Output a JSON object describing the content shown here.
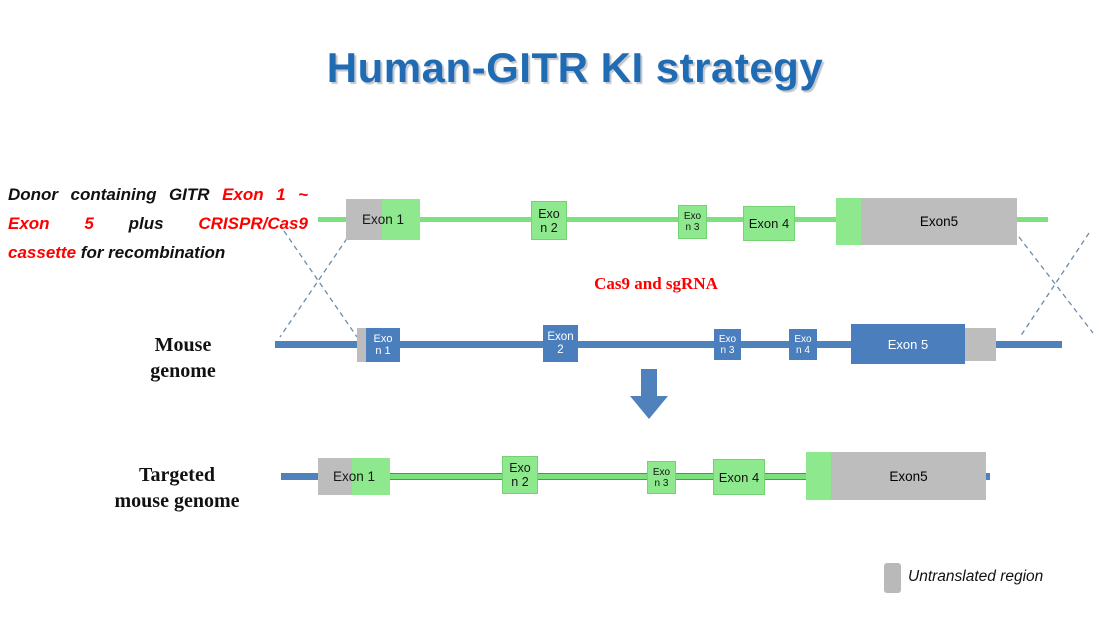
{
  "title": "Human-GITR KI strategy",
  "colors": {
    "title_blue": "#1F6CB5",
    "green": "#8EE88E",
    "green_line": "#7CE07C",
    "genome_blue": "#4F81BD",
    "untranslated_gray": "#BDBDBD",
    "highlight_red": "#FF0000"
  },
  "donor_note": {
    "l1_black": "Donor containing GITR",
    "l1_red": "Exon 1 ~",
    "l2_red1": "Exon 5",
    "l2_black": "plus",
    "l2_red2": "CRISPR/Cas9",
    "l3_red": "cassette",
    "l3_black": "for recombination"
  },
  "cas9_label": "Cas9 and sgRNA",
  "mouse_genome_label": {
    "line1": "Mouse",
    "line2": "genome"
  },
  "targeted_label": {
    "line1": "Targeted",
    "line2": "mouse genome"
  },
  "legend": {
    "label": "Untranslated region"
  },
  "donor_row": {
    "exon1": "Exon 1",
    "exon2_l1": "Exo",
    "exon2_l2": "n 2",
    "exon3_l1": "Exo",
    "exon3_l2": "n 3",
    "exon4": "Exon 4",
    "exon5": "Exon5"
  },
  "mouse_row": {
    "exon1_l1": "Exo",
    "exon1_l2": "n 1",
    "exon2_l1": "Exon",
    "exon2_l2": "2",
    "exon3_l1": "Exo",
    "exon3_l2": "n 3",
    "exon4_l1": "Exo",
    "exon4_l2": "n 4",
    "exon5": "Exon 5"
  },
  "targeted_row": {
    "exon1": "Exon 1",
    "exon2_l1": "Exo",
    "exon2_l2": "n 2",
    "exon3_l1": "Exo",
    "exon3_l2": "n 3",
    "exon4": "Exon 4",
    "exon5": "Exon5"
  }
}
